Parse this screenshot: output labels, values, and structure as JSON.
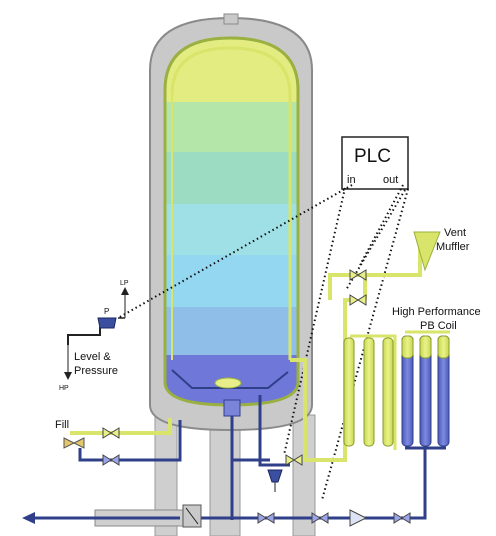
{
  "labels": {
    "plc": "PLC",
    "plc_in": "in",
    "plc_out": "out",
    "vent_line1": "Vent",
    "vent_line2": "Muffler",
    "coil_line1": "High Performance",
    "coil_line2": "PB Coil",
    "level_line1": "Level &",
    "level_line2": "Pressure",
    "fill": "Fill",
    "lp": "LP",
    "hp": "HP",
    "gauge": "P"
  },
  "colors": {
    "shell": "#c9c9c9",
    "shell_stroke": "#8a8a8a",
    "pipe_yellow": "#d8e46a",
    "pipe_blue": "#2f3f8a",
    "liquid_bottom": "#6f78d8",
    "gas_top": "#e3ec80"
  },
  "vessel_bands": [
    {
      "name": "gas-top",
      "color": "#e3ec80"
    },
    {
      "name": "band-2",
      "color": "#b5e6a9"
    },
    {
      "name": "band-3",
      "color": "#9cdcc3"
    },
    {
      "name": "band-4",
      "color": "#9fe0e6"
    },
    {
      "name": "band-5",
      "color": "#93d7f0"
    },
    {
      "name": "band-6",
      "color": "#8fbfe8"
    },
    {
      "name": "liquid",
      "color": "#6f78d8"
    }
  ]
}
